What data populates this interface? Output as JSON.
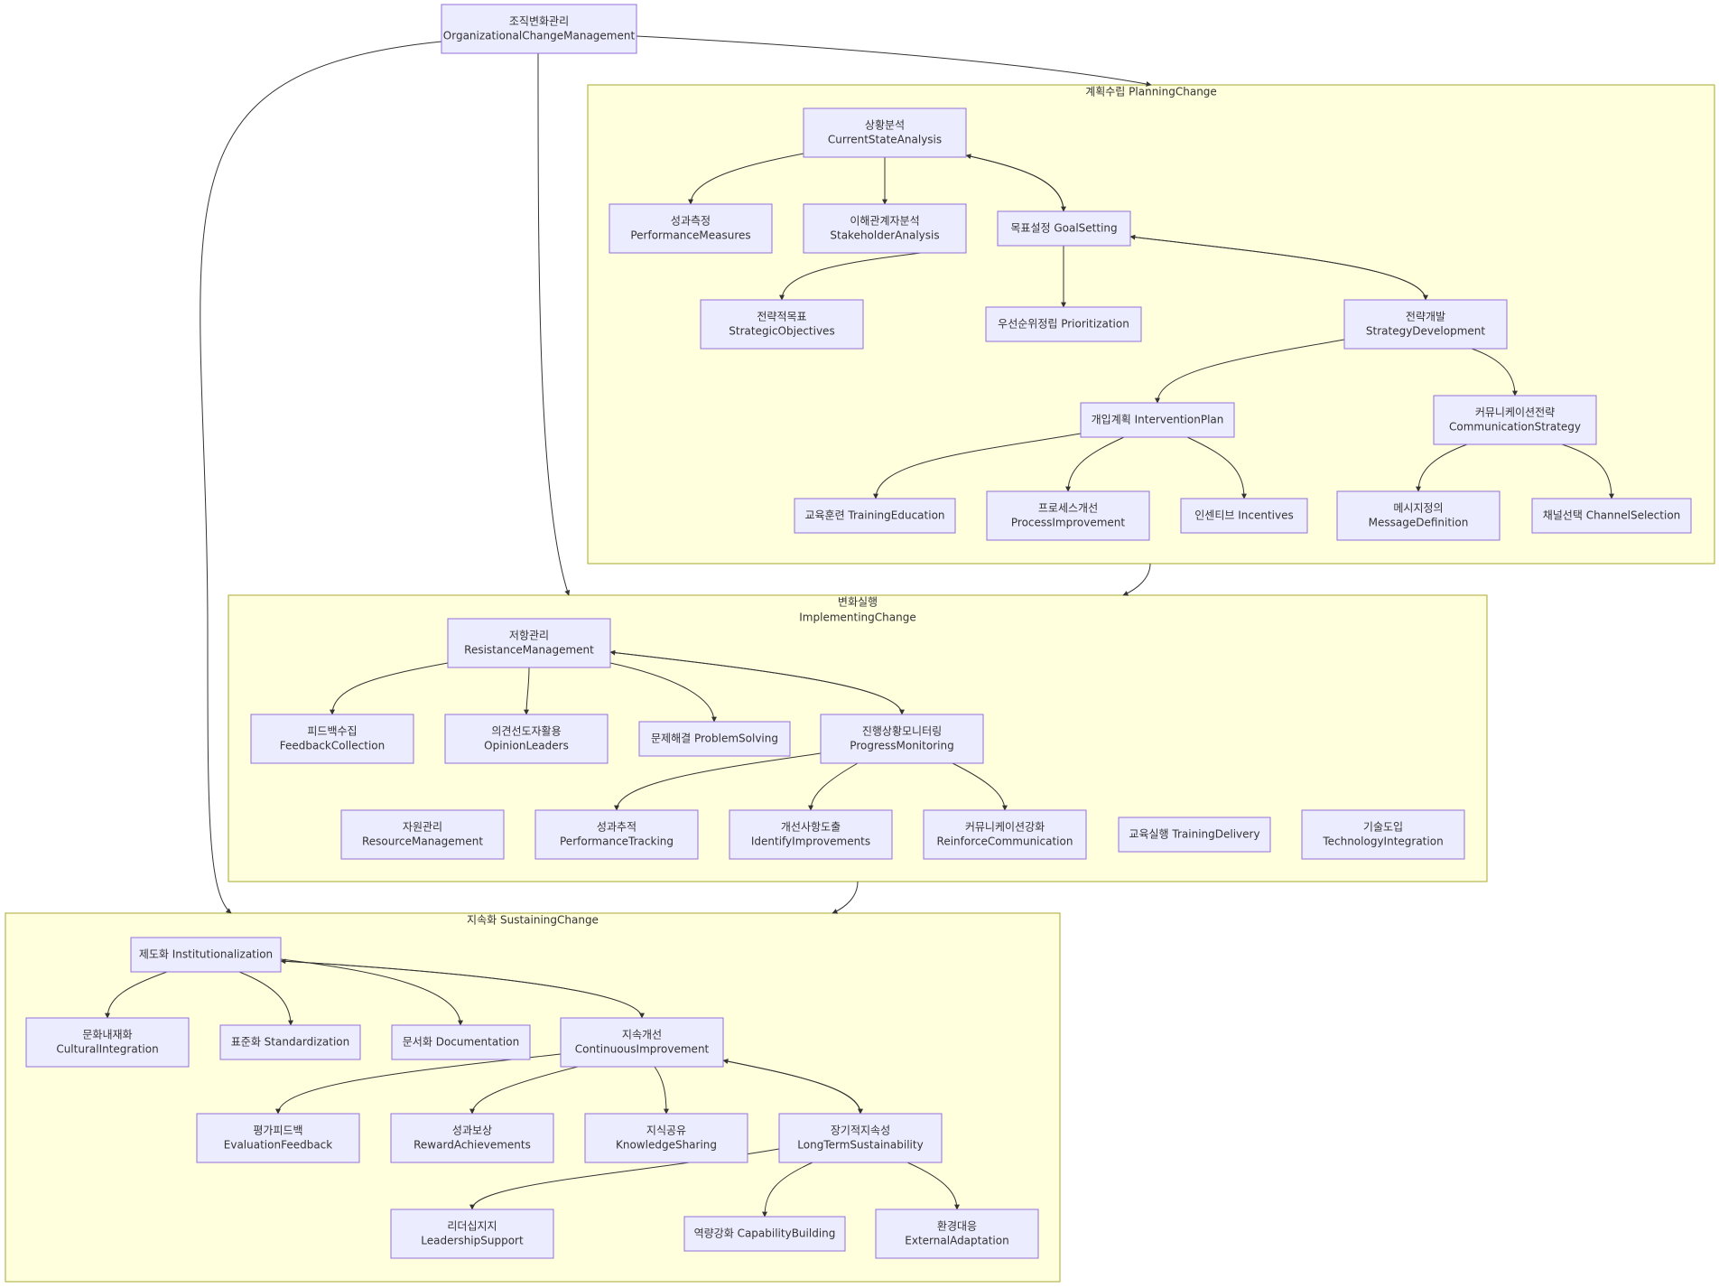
{
  "nodes": {
    "root": [
      "조직변화관리",
      "OrganizationalChangeManagement"
    ],
    "currentState": [
      "상황분석",
      "CurrentStateAnalysis"
    ],
    "performanceMeasures": [
      "성과측정",
      "PerformanceMeasures"
    ],
    "stakeholder": [
      "이해관계자분석",
      "StakeholderAnalysis"
    ],
    "goalSetting": [
      "목표설정 GoalSetting"
    ],
    "strategicObjectives": [
      "전략적목표",
      "StrategicObjectives"
    ],
    "prioritization": [
      "우선순위정립 Prioritization"
    ],
    "strategyDev": [
      "전략개발",
      "StrategyDevelopment"
    ],
    "interventionPlan": [
      "개입계획 InterventionPlan"
    ],
    "commStrategy": [
      "커뮤니케이션전략",
      "CommunicationStrategy"
    ],
    "trainingEducation": [
      "교육훈련 TrainingEducation"
    ],
    "processImprovement": [
      "프로세스개선",
      "ProcessImprovement"
    ],
    "incentives": [
      "인센티브 Incentives"
    ],
    "messageDef": [
      "메시지정의",
      "MessageDefinition"
    ],
    "channelSel": [
      "채널선택 ChannelSelection"
    ],
    "resistanceMgmt": [
      "저항관리",
      "ResistanceManagement"
    ],
    "feedbackCol": [
      "피드백수집",
      "FeedbackCollection"
    ],
    "opinionLeaders": [
      "의견선도자활용",
      "OpinionLeaders"
    ],
    "problemSolving": [
      "문제해결 ProblemSolving"
    ],
    "progressMon": [
      "진행상황모니터링",
      "ProgressMonitoring"
    ],
    "resourceMgmt": [
      "자원관리",
      "ResourceManagement"
    ],
    "perfTracking": [
      "성과추적",
      "PerformanceTracking"
    ],
    "identifyImp": [
      "개선사항도출",
      "IdentifyImprovements"
    ],
    "reinforceComm": [
      "커뮤니케이션강화",
      "ReinforceCommunication"
    ],
    "trainingDelivery": [
      "교육실행 TrainingDelivery"
    ],
    "techIntegration": [
      "기술도입",
      "TechnologyIntegration"
    ],
    "institutionalization": [
      "제도화 Institutionalization"
    ],
    "culturalInt": [
      "문화내재화",
      "CulturalIntegration"
    ],
    "standardization": [
      "표준화 Standardization"
    ],
    "documentation": [
      "문서화 Documentation"
    ],
    "continuousImp": [
      "지속개선",
      "ContinuousImprovement"
    ],
    "evalFeedback": [
      "평가피드백",
      "EvaluationFeedback"
    ],
    "rewardAch": [
      "성과보상",
      "RewardAchievements"
    ],
    "knowledgeShare": [
      "지식공유",
      "KnowledgeSharing"
    ],
    "longTerm": [
      "장기적지속성",
      "LongTermSustainability"
    ],
    "leadershipSup": [
      "리더십지지",
      "LeadershipSupport"
    ],
    "capabilityBuild": [
      "역량강화 CapabilityBuilding"
    ],
    "externalAdapt": [
      "환경대응",
      "ExternalAdaptation"
    ]
  },
  "clusters": {
    "planning": [
      "계획수립 PlanningChange"
    ],
    "implementing": [
      "변화실행",
      "ImplementingChange"
    ],
    "sustaining": [
      "지속화 SustainingChange"
    ]
  },
  "edges": [
    [
      "root",
      "planning"
    ],
    [
      "root",
      "implementing"
    ],
    [
      "root",
      "sustaining"
    ],
    [
      "planning",
      "implementing"
    ],
    [
      "implementing",
      "sustaining"
    ],
    [
      "currentState",
      "performanceMeasures"
    ],
    [
      "currentState",
      "stakeholder"
    ],
    [
      "currentState",
      "goalSetting"
    ],
    [
      "goalSetting",
      "currentState"
    ],
    [
      "stakeholder",
      "strategicObjectives"
    ],
    [
      "goalSetting",
      "prioritization"
    ],
    [
      "goalSetting",
      "strategyDev"
    ],
    [
      "strategyDev",
      "goalSetting"
    ],
    [
      "strategyDev",
      "interventionPlan"
    ],
    [
      "strategyDev",
      "commStrategy"
    ],
    [
      "interventionPlan",
      "trainingEducation"
    ],
    [
      "interventionPlan",
      "processImprovement"
    ],
    [
      "interventionPlan",
      "incentives"
    ],
    [
      "commStrategy",
      "messageDef"
    ],
    [
      "commStrategy",
      "channelSel"
    ],
    [
      "resistanceMgmt",
      "feedbackCol"
    ],
    [
      "resistanceMgmt",
      "opinionLeaders"
    ],
    [
      "resistanceMgmt",
      "problemSolving"
    ],
    [
      "resistanceMgmt",
      "progressMon"
    ],
    [
      "progressMon",
      "resistanceMgmt"
    ],
    [
      "progressMon",
      "perfTracking"
    ],
    [
      "progressMon",
      "identifyImp"
    ],
    [
      "progressMon",
      "reinforceComm"
    ],
    [
      "institutionalization",
      "culturalInt"
    ],
    [
      "institutionalization",
      "standardization"
    ],
    [
      "institutionalization",
      "documentation"
    ],
    [
      "institutionalization",
      "continuousImp"
    ],
    [
      "continuousImp",
      "institutionalization"
    ],
    [
      "continuousImp",
      "evalFeedback"
    ],
    [
      "continuousImp",
      "rewardAch"
    ],
    [
      "continuousImp",
      "knowledgeShare"
    ],
    [
      "continuousImp",
      "longTerm"
    ],
    [
      "longTerm",
      "continuousImp"
    ],
    [
      "longTerm",
      "leadershipSup"
    ],
    [
      "longTerm",
      "capabilityBuild"
    ],
    [
      "longTerm",
      "externalAdapt"
    ]
  ]
}
